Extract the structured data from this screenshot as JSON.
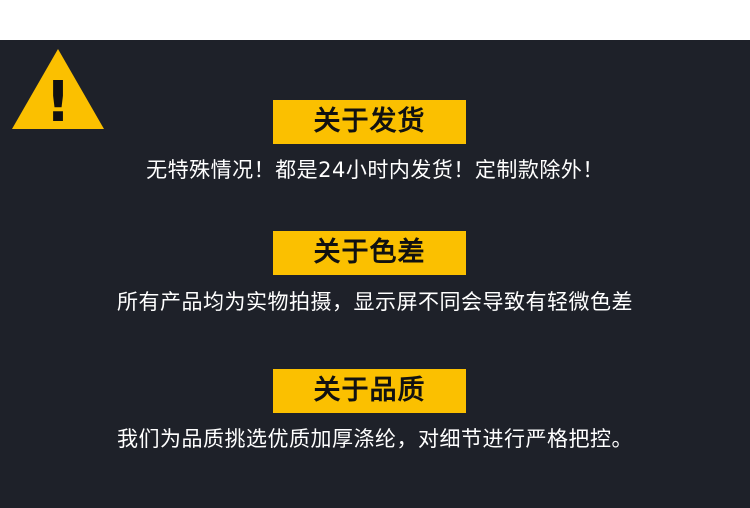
{
  "colors": {
    "background": "#1e2129",
    "accent": "#fbc000",
    "heading_text": "#111111",
    "body_text": "#ffffff"
  },
  "warning_icon": {
    "icon": "warning-triangle-icon",
    "glyph": "!"
  },
  "sections": [
    {
      "title": "关于发货",
      "text": "无特殊情况！都是24小时内发货！定制款除外！"
    },
    {
      "title": "关于色差",
      "text": "所有产品均为实物拍摄，显示屏不同会导致有轻微色差"
    },
    {
      "title": "关于品质",
      "text": "我们为品质挑选优质加厚涤纶，对细节进行严格把控。"
    }
  ]
}
